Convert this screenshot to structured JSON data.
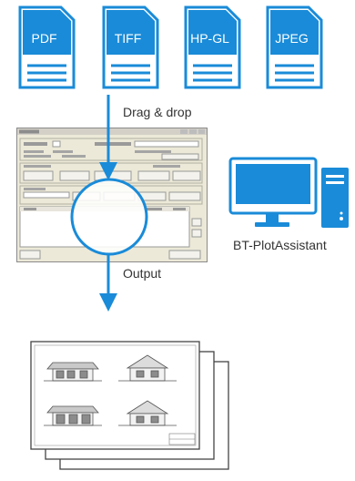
{
  "file_types": [
    "PDF",
    "TIFF",
    "HP-GL",
    "JPEG"
  ],
  "labels": {
    "drag_drop": "Drag & drop",
    "output": "Output",
    "computer_caption": "BT-PlotAssistant"
  },
  "colors": {
    "accent": "#1a8bd8",
    "window_bg": "#ece9d8",
    "drawing_line": "#555555"
  },
  "icons": [
    "document-icon",
    "computer-icon",
    "drop-circle-icon",
    "down-arrow-icon"
  ]
}
